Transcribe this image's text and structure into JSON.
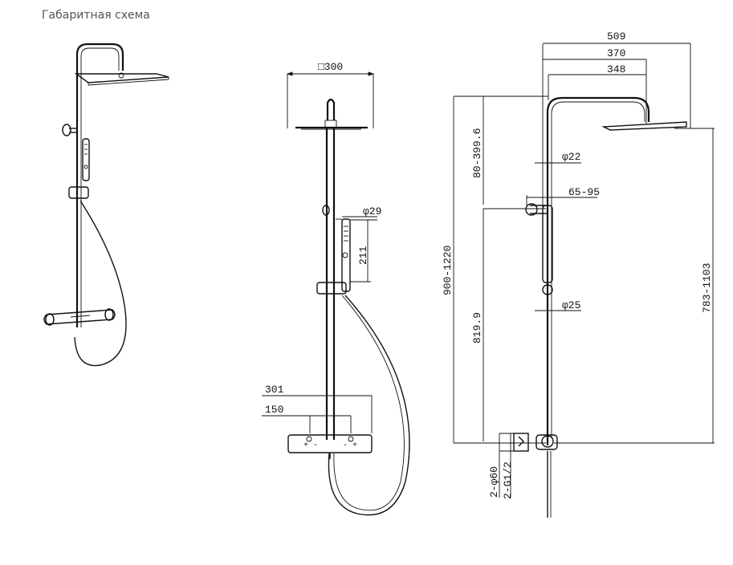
{
  "header": {
    "title": "Габаритная схема"
  },
  "dimensions": {
    "head_size": "□300",
    "hand_diameter": "φ29",
    "hand_length": "211",
    "mixer_width": "301",
    "mixer_spacing": "150",
    "overall_width": "509",
    "arm_reach": "370",
    "arm_inner": "348",
    "height_range": "900-1220",
    "upper_adjust": "80-399.6",
    "lower_height": "819.9",
    "pipe_upper": "φ22",
    "wall_offset": "65-95",
    "pipe_lower": "φ25",
    "head_height": "783-1103",
    "flange": "2-φ60",
    "thread": "2-G1/2"
  }
}
